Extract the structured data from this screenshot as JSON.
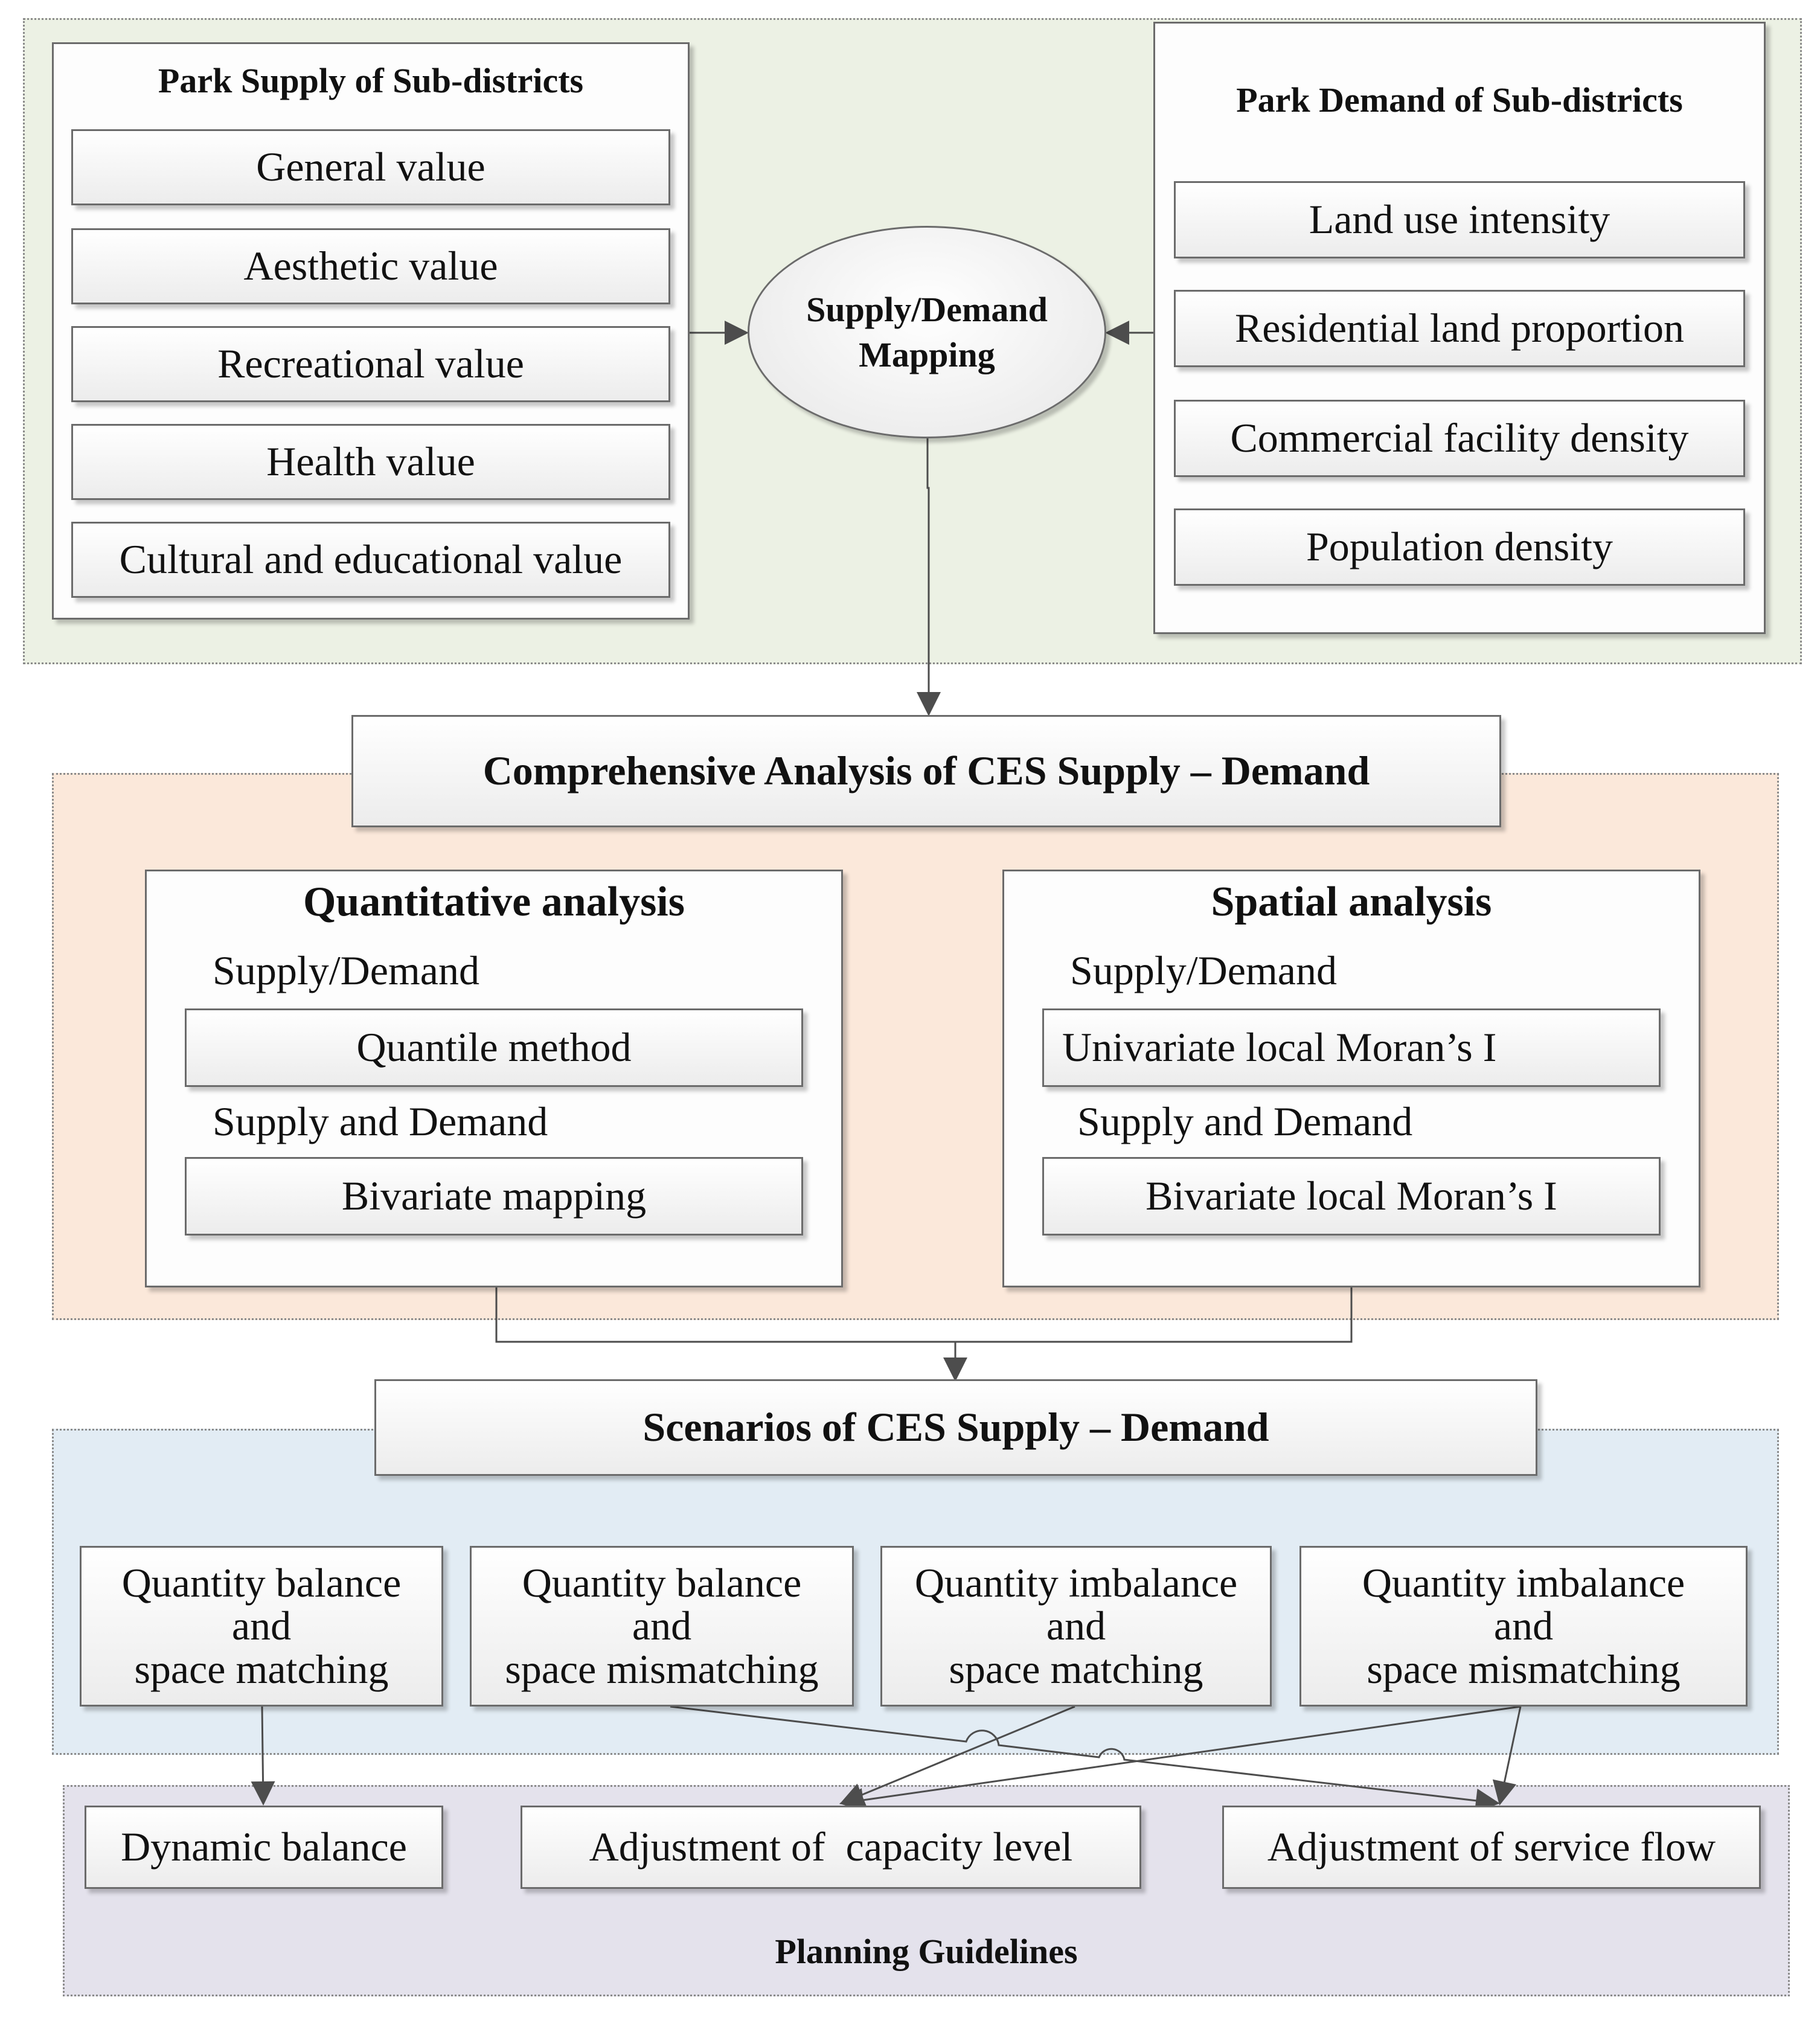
{
  "supply": {
    "title": "Park Supply of Sub-districts",
    "items": [
      "General value",
      "Aesthetic value",
      "Recreational value",
      "Health value",
      "Cultural and educational value"
    ]
  },
  "mapping": {
    "line1": "Supply/Demand",
    "line2": "Mapping"
  },
  "demand": {
    "title": "Park Demand of Sub-districts",
    "items": [
      "Land use intensity",
      "Residential land proportion",
      "Commercial facility density",
      "Population density"
    ]
  },
  "analysis": {
    "title": "Comprehensive Analysis of CES Supply – Demand",
    "quantitative": {
      "title": "Quantitative analysis",
      "label1": "Supply/Demand",
      "method1": "Quantile method",
      "label2": "Supply and Demand",
      "method2": "Bivariate mapping"
    },
    "spatial": {
      "title": "Spatial analysis",
      "label1": "Supply/Demand",
      "method1": "Univariate local Moran’s I",
      "label2": "Supply and Demand",
      "method2": "Bivariate local Moran’s I"
    }
  },
  "scenarios": {
    "title": "Scenarios of CES Supply – Demand",
    "items": [
      [
        "Quantity balance",
        "and",
        "space matching"
      ],
      [
        "Quantity balance",
        "and",
        "space mismatching"
      ],
      [
        "Quantity imbalance",
        "and",
        "space matching"
      ],
      [
        "Quantity imbalance",
        "and",
        "space mismatching"
      ]
    ]
  },
  "guidelines": {
    "title": "Planning Guidelines",
    "items": [
      "Dynamic balance",
      "Adjustment of  capacity level",
      "Adjustment of service flow"
    ]
  },
  "colors": {
    "supply_demand_region": "#ecf1e4",
    "analysis_region": "#fbe8da",
    "scenarios_region": "#e2ecf4",
    "guidelines_region": "#e4e2ec",
    "line": "#4d4d4d"
  }
}
